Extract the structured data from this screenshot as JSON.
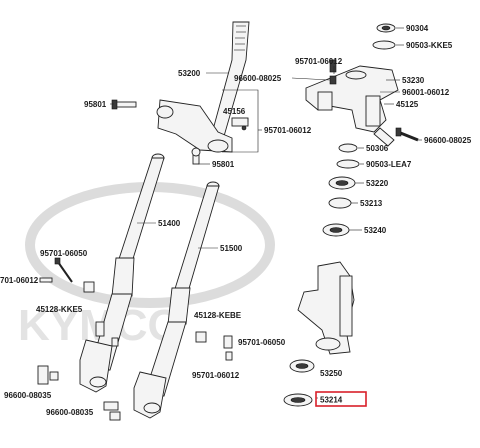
{
  "diagram": {
    "watermark": "KYMCO",
    "highlighted_part": "53214",
    "highlight_color": "#d8202a",
    "parts": {
      "p90304": "90304",
      "p90503_kke5": "90503-KKE5",
      "p95701_06012_top": "95701-06012",
      "p53200": "53200",
      "p96600_08025_top": "96600-08025",
      "p53230": "53230",
      "p96001_06012": "96001-06012",
      "p45125": "45125",
      "p95801_top": "95801",
      "p45156": "45156",
      "p95701_06012_mid": "95701-06012",
      "p96600_08025_right": "96600-08025",
      "p50306": "50306",
      "p90503_lea7": "90503-LEA7",
      "p95801_mid": "95801",
      "p53220": "53220",
      "p53213": "53213",
      "p51400": "51400",
      "p53240": "53240",
      "p51500": "51500",
      "p95701_06050_left": "95701-06050",
      "p95701_06012_left": "701-06012",
      "p45128_kke5": "45128-KKE5",
      "p45128_kebe": "45128-KEBE",
      "p95701_06050_right": "95701-06050",
      "p95701_06012_bottom": "95701-06012",
      "p53250": "53250",
      "p96600_08035_left": "96600-08035",
      "p53214": "53214",
      "p96600_08035_bottom": "96600-08035"
    }
  }
}
